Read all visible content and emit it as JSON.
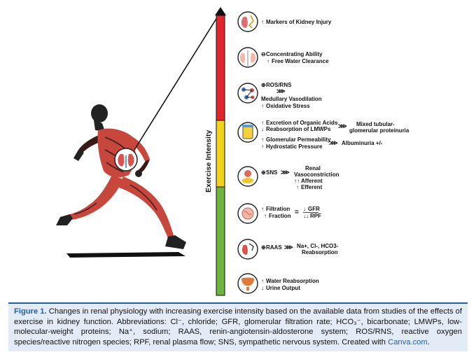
{
  "axis_label": "Exercise Intensity",
  "colors": {
    "red": "#e0262c",
    "yellow": "#f2d21b",
    "green": "#6fb43c",
    "accent": "#1f5fa8"
  },
  "rows": [
    {
      "icon": "kidney-injury-icon",
      "lines": [
        {
          "sign": "↑",
          "sign_color": "#2e8b3a",
          "text": "Markers of Kidney Injury"
        }
      ]
    },
    {
      "icon": "kidney-function-icon",
      "lines": [
        {
          "sign": "⊖",
          "sign_color": "#d23a2b",
          "text": "Concentrating Ability"
        },
        {
          "sign": "↑",
          "sign_color": "#2e8b3a",
          "text": "Free Water Clearance"
        }
      ]
    },
    {
      "icon": "ros-molecule-icon",
      "lines": [
        {
          "sign": "⊕",
          "sign_color": "#2e8b3a",
          "text": "ROS/RNS"
        },
        {
          "sign": "",
          "text": "Medullary Vasodilation"
        },
        {
          "sign": "↑",
          "sign_color": "#2e8b3a",
          "text": "Oxidative Stress"
        }
      ],
      "arrow": "⋙"
    },
    {
      "icon": "urine-cup-icon",
      "lines": [
        {
          "sign": "↑",
          "sign_color": "#2e8b3a",
          "text": "Excretion of Organic Acids"
        },
        {
          "sign": "↓",
          "sign_color": "#d23a2b",
          "text": "Reabsorption of LMWPs"
        },
        {
          "sign": "↑",
          "sign_color": "#2e8b3a",
          "text": "Glomerular Permeability"
        },
        {
          "sign": "↑",
          "sign_color": "#2e8b3a",
          "text": "Hydrostatic Pressure"
        }
      ],
      "arrow": "⋙",
      "result_a": [
        "Mixed tubular-",
        "glomerular proteinuria"
      ],
      "result_b": "Albuminuria +/-"
    },
    {
      "icon": "nerve-icon",
      "lines": [
        {
          "sign": "⊕",
          "sign_color": "#2e8b3a",
          "text": "SNS"
        }
      ],
      "arrow": "⋙",
      "result": [
        "Renal",
        "Vasoconstriction"
      ],
      "sub": [
        {
          "sign": "↑↑",
          "sign_color": "#2e8b3a",
          "text": "Afferent"
        },
        {
          "sign": "↑",
          "sign_color": "#2e8b3a",
          "text": "Efferent"
        }
      ]
    },
    {
      "icon": "glomerulus-icon",
      "lines": [
        {
          "sign": "↑",
          "sign_color": "#2e8b3a",
          "text": "Filtration"
        },
        {
          "sign": "↑",
          "sign_color": "#2e8b3a",
          "text": "Fraction"
        }
      ],
      "eq": "=",
      "frac_top": {
        "sign": "↓",
        "sign_color": "#d23a2b",
        "text": "GFR"
      },
      "frac_bottom": {
        "sign": "↓↓",
        "sign_color": "#d23a2b",
        "text": "RPF"
      }
    },
    {
      "icon": "raas-icon",
      "lines": [
        {
          "sign": "⊕",
          "sign_color": "#2e8b3a",
          "text": "RAAS"
        }
      ],
      "arrow": "⋙",
      "result": [
        "Na+, Cl-, HCO3-",
        "Reabsorption"
      ]
    },
    {
      "icon": "bladder-icon",
      "lines": [
        {
          "sign": "↑",
          "sign_color": "#2e8b3a",
          "text": "Water Reabsorption"
        },
        {
          "sign": "↓",
          "sign_color": "#d23a2b",
          "text": "Urine Output"
        }
      ]
    }
  ],
  "caption": {
    "figure_label": "Figure 1.",
    "text": " Changes in renal physiology with increasing exercise intensity based on the available data from studies of the effects of exercise in kidney function. Abbreviations: Cl⁻, chloride; GFR, glomerular filtration rate; HCO₃⁻, bicarbonate; LMWPs, low-molecular-weight proteins; Na⁺, sodium; RAAS, renin-angiotensin-aldosterone system; ROS/RNS, reactive oxygen species/reactive nitrogen species; RPF, renal plasma flow; SNS, sympathetic nervous system. Created with ",
    "link": "Canva.com",
    "end": "."
  }
}
